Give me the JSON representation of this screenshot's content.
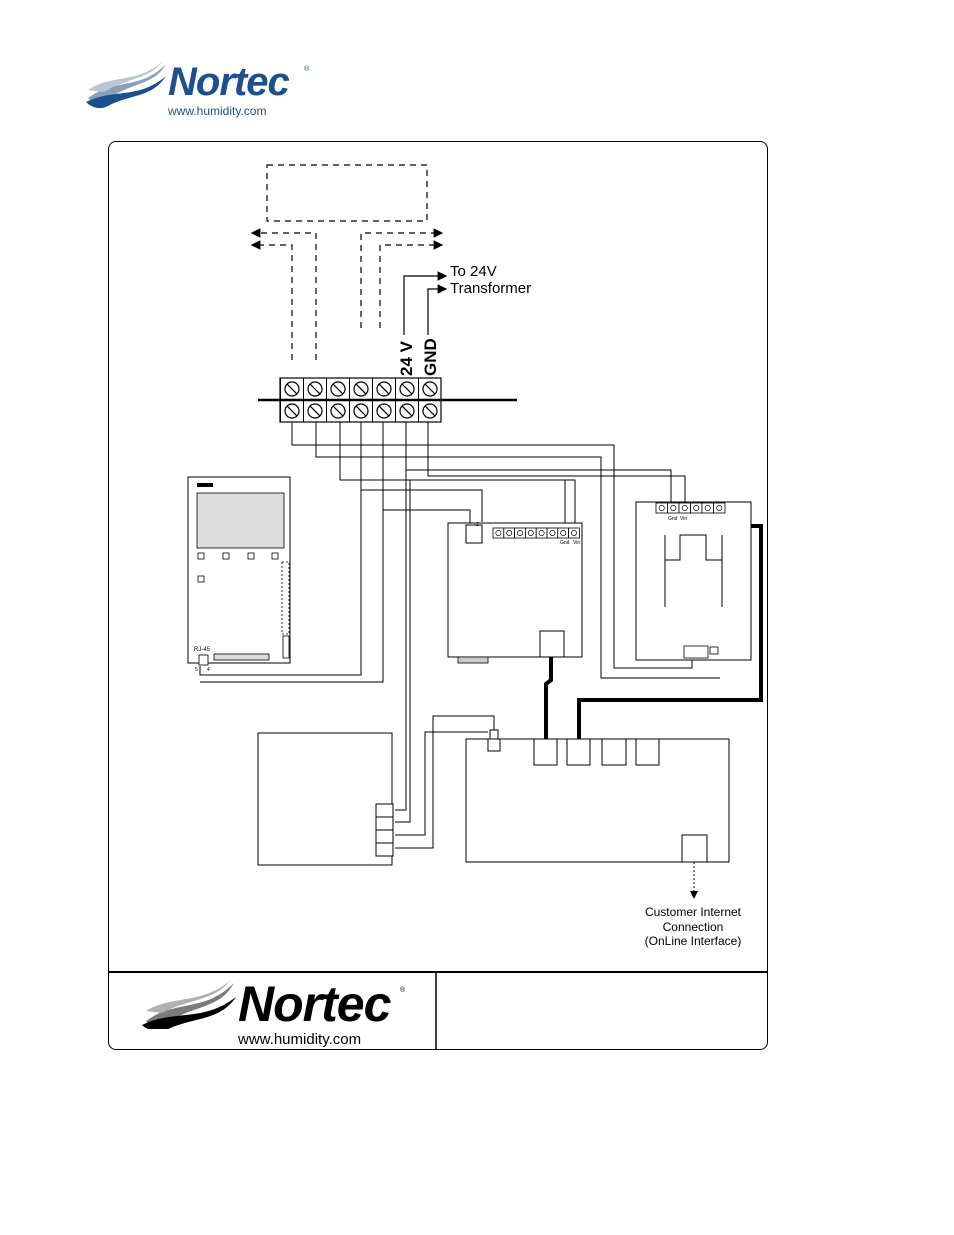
{
  "header": {
    "logo": {
      "brand": "Nortec",
      "url": "www.humidity.com",
      "registered": "®"
    }
  },
  "diagram": {
    "transformer_label": [
      "To 24V",
      "Transformer"
    ],
    "terminal_labels": {
      "v24": "24 V",
      "gnd": "GND"
    },
    "left_controller": {
      "port_label": "RJ-45",
      "pin_a": "5",
      "pin_b": "4"
    },
    "center_board": {
      "gnd_label": "Gnd",
      "vin_label": "Vin",
      "pin_label": "2"
    },
    "right_board": {
      "gnd_label": "Gnd",
      "vin_label": "Vin"
    },
    "internet_label": [
      "Customer Internet",
      "Connection",
      "(OnLine Interface)"
    ]
  },
  "footer": {
    "logo": {
      "brand": "Nortec",
      "url": "www.humidity.com",
      "registered": "®"
    }
  }
}
